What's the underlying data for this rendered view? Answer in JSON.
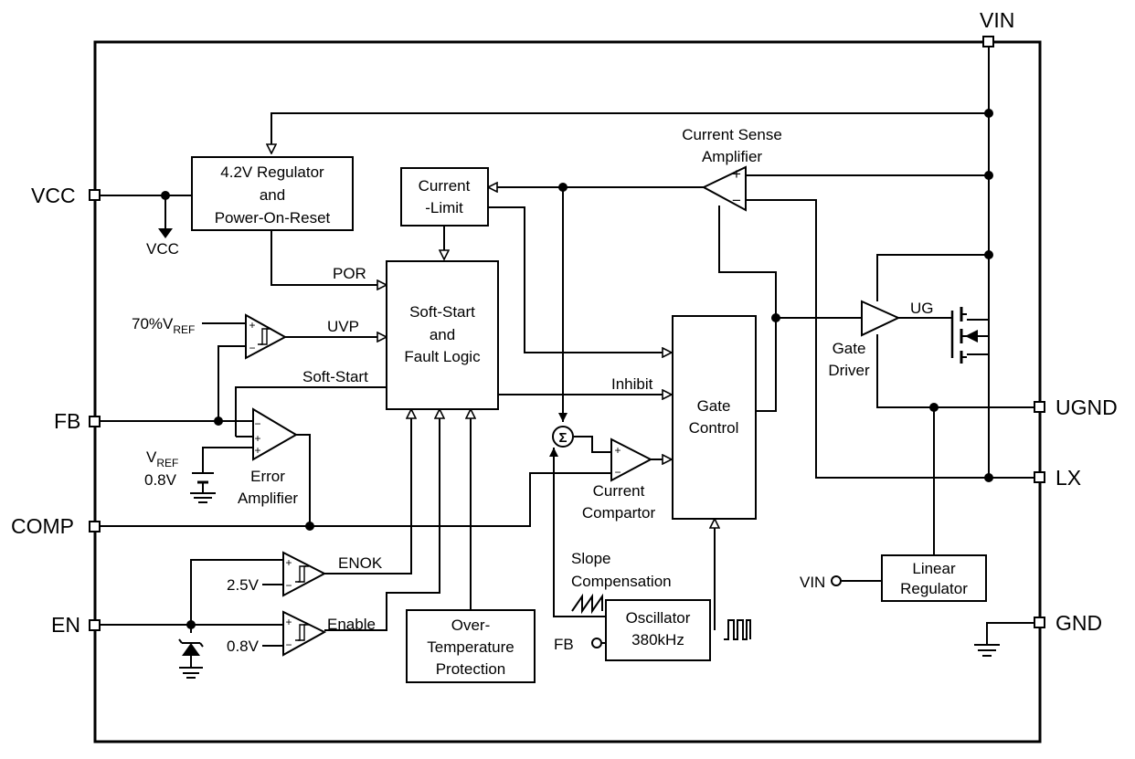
{
  "pins": {
    "vin": "VIN",
    "vcc": "VCC",
    "fb": "FB",
    "comp": "COMP",
    "en": "EN",
    "ugnd": "UGND",
    "lx": "LX",
    "gnd": "GND"
  },
  "blocks": {
    "regulator": [
      "4.2V Regulator",
      "and",
      "Power-On-Reset"
    ],
    "current_limit": [
      "Current",
      "-Limit"
    ],
    "soft_start": [
      "Soft-Start",
      "and",
      "Fault Logic"
    ],
    "gate_control": [
      "Gate",
      "Control"
    ],
    "oscillator": [
      "Oscillator",
      "380kHz"
    ],
    "otp": [
      "Over-",
      "Temperature",
      "Protection"
    ],
    "linear_regulator": [
      "Linear",
      "Regulator"
    ]
  },
  "labels": {
    "vcc_internal": "VCC",
    "por": "POR",
    "uvp": "UVP",
    "soft_start_sig": "Soft-Start",
    "inhibit": "Inhibit",
    "vref_70_main": "70%V",
    "vref_70_sub": "REF",
    "vref_main": "V",
    "vref_sub": "REF",
    "vref_value": "0.8V",
    "error_amp": [
      "Error",
      "Amplifier"
    ],
    "current_sense": [
      "Current Sense",
      "Amplifier"
    ],
    "current_comp": [
      "Current",
      "Compartor"
    ],
    "gate_driver": [
      "Gate",
      "Driver"
    ],
    "ug": "UG",
    "enok": "ENOK",
    "enable": "Enable",
    "v25": "2.5V",
    "v08": "0.8V",
    "slope": [
      "Slope",
      "Compensation"
    ],
    "fb_osc": "FB",
    "vin_lin": "VIN",
    "sigma": "Σ",
    "plus": "+",
    "minus": "−"
  }
}
